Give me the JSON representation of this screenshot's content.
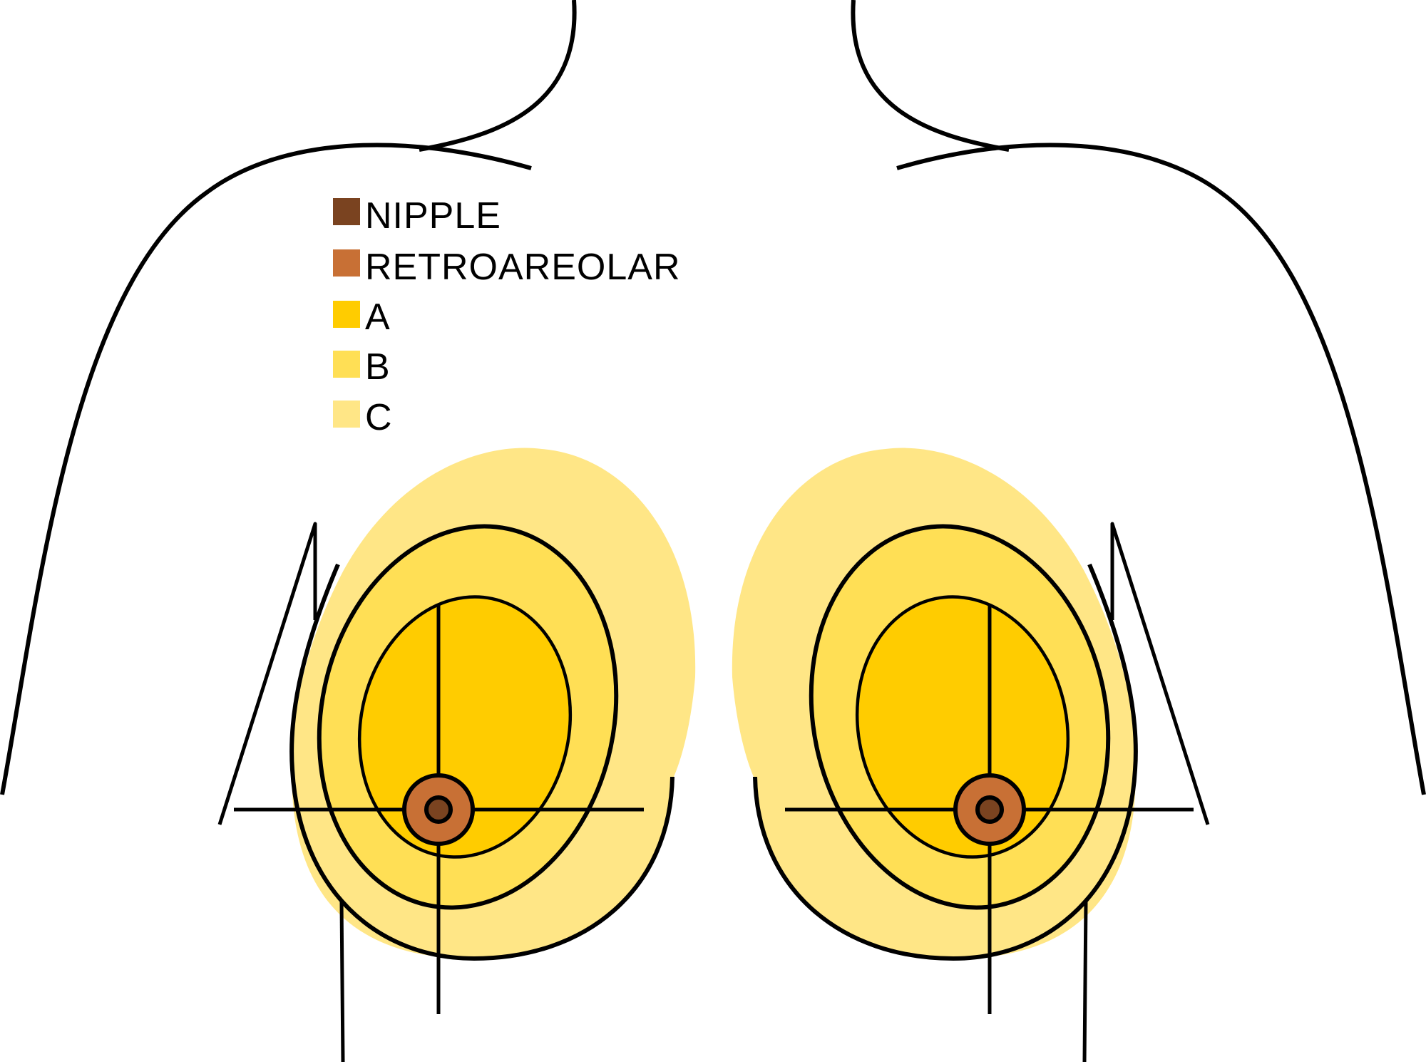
{
  "legend": {
    "items": [
      {
        "label": "NIPPLE",
        "color": "#7a4320"
      },
      {
        "label": "RETROAREOLAR",
        "color": "#c87035"
      },
      {
        "label": "A",
        "color": "#ffcc00"
      },
      {
        "label": "B",
        "color": "#ffdf55"
      },
      {
        "label": "C",
        "color": "#ffe686"
      }
    ]
  },
  "colors": {
    "outline": "#000000",
    "background": "#ffffff"
  }
}
